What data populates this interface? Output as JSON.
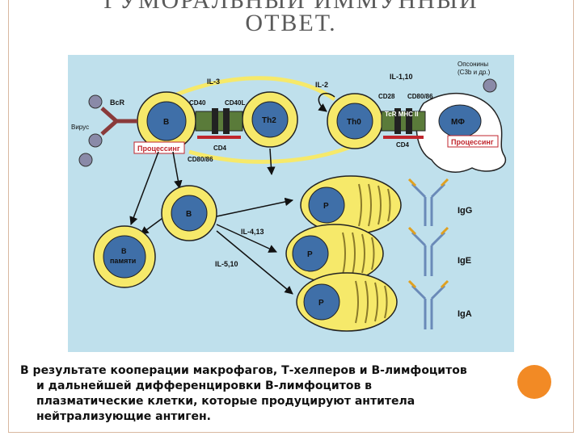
{
  "slide": {
    "title_cut": "ГУМОРАЛЬНЫЙ ИММУННЫЙ",
    "title": "ОТВЕТ."
  },
  "diagram": {
    "cells": {
      "b_main": "B",
      "th2": "Th2",
      "th0": "Th0",
      "mf": "МФ",
      "b_center": "B",
      "b_memory_1": "B",
      "b_memory_2": "памяти",
      "p1": "P",
      "p2": "P",
      "p3": "P"
    },
    "labels": {
      "bcr": "BcR",
      "virus": "Вирус",
      "processing_left": "Процессинг",
      "processing_right": "Процессинг",
      "il3": "IL-3",
      "cd40": "CD40",
      "cd40l": "CD40L",
      "cd4_left": "CD4",
      "cd80_86_left": "CD80/86",
      "il2": "IL-2",
      "il1_10": "IL-1,10",
      "opsonins_1": "Опсонины",
      "opsonins_2": "(C3b и др.)",
      "cd28": "CD28",
      "cd80_86_right": "CD80/86",
      "tcr_mhc": "TcR МНС II",
      "cd4_right": "CD4",
      "il4_13": "IL-4,13",
      "il5_10": "IL-5,10",
      "igg": "IgG",
      "ige": "IgE",
      "iga": "IgA"
    }
  },
  "caption": {
    "line1": "В результате кооперации макрофагов, Т-хелперов и В-лимфоцитов",
    "line2": "и дальнейшей дифференцировки В-лимфоцитов в",
    "line3": "плазматические клетки, которые продуцируют антитела",
    "line4": "нейтрализующие антиген."
  },
  "colors": {
    "accent_dot": "#f28a25",
    "cell_fill": "#f6e96a",
    "nucleus": "#3f6fa8",
    "diagram_bg": "#bfe0ec",
    "processing_red": "#c0262d"
  }
}
